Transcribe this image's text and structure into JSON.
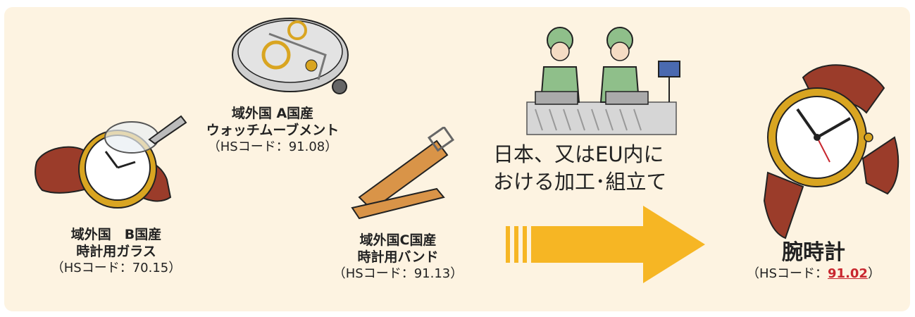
{
  "glass": {
    "origin": "域外国　B国産",
    "name": "時計用ガラス",
    "code": "（HSコード：70.15）"
  },
  "movement": {
    "origin": "域外国 A国産",
    "name": "ウォッチムーブメント",
    "code": "（HSコード：91.08）"
  },
  "band": {
    "origin": "域外国C国産",
    "name": "時計用バンド",
    "code": "（HSコード：91.13）"
  },
  "process": {
    "line1": "日本、又はEU内に",
    "line2": "おける加工･組立て"
  },
  "product": {
    "name": "腕時計",
    "code_prefix": "（HSコード：",
    "code_value": "91.02",
    "code_suffix": "）"
  },
  "icons": [
    "wristwatch-glass-icon",
    "watch-movement-icon",
    "leather-strap-icon",
    "factory-workers-icon",
    "right-arrow-icon",
    "wristwatch-icon"
  ],
  "colors": {
    "background": "#fdf3e1",
    "arrow": "#f6b624",
    "worker_uniform": "#8fbf8a",
    "strap_brown": "#9b3c2a",
    "band_tan": "#d99448",
    "gold": "#d9a521",
    "highlight_code": "#c8262e"
  }
}
